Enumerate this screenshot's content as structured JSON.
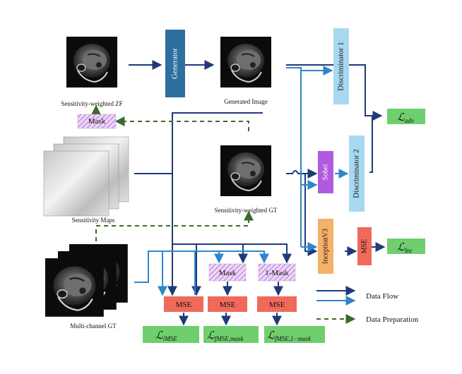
{
  "diagram": {
    "images": {
      "zf": "Sensitivity-weighted ZF",
      "generated": "Generated Image",
      "maps": "Sensitivity Maps",
      "gt": "Sensitivity-weighted GT",
      "multichannel": "Multi-channel GT"
    },
    "blocks": {
      "generator": "Generator",
      "discriminator1": "Discriminator 1",
      "discriminator2": "Discriminator 2",
      "sobel": "Sobel",
      "inception": "InceptionV3",
      "mse_inc": "MSE",
      "mask_top": "Mask",
      "mask_bottom": "Mask",
      "one_minus_mask": "1-Mask",
      "mse1": "MSE",
      "mse2": "MSE",
      "mse3": "MSE"
    },
    "losses": {
      "adv_main": "ℒ",
      "adv_sub": "adv",
      "inc_main": "ℒ",
      "inc_sub": "Inc",
      "imse_main": "ℒ",
      "imse_sub": "iMSE",
      "fmse_mask_main": "ℒ",
      "fmse_mask_sub": "fMSE,mask",
      "fmse_1mask_main": "ℒ",
      "fmse_1mask_sub": "fMSE,1−mask"
    },
    "legend": {
      "data_flow": "Data Flow",
      "data_preparation": "Data Preparation"
    }
  },
  "colors": {
    "dark_blue": "#1f3a7a",
    "light_blue": "#2f86c8",
    "dash_green": "#3a6b2a",
    "generator": "#2f6fa0",
    "discriminator": "#a8d8f0",
    "sobel": "#b05adf",
    "inception": "#f5b06a",
    "mse": "#f06a5a",
    "loss": "#6fcf6f",
    "mask_hatch": "#c89be0"
  }
}
